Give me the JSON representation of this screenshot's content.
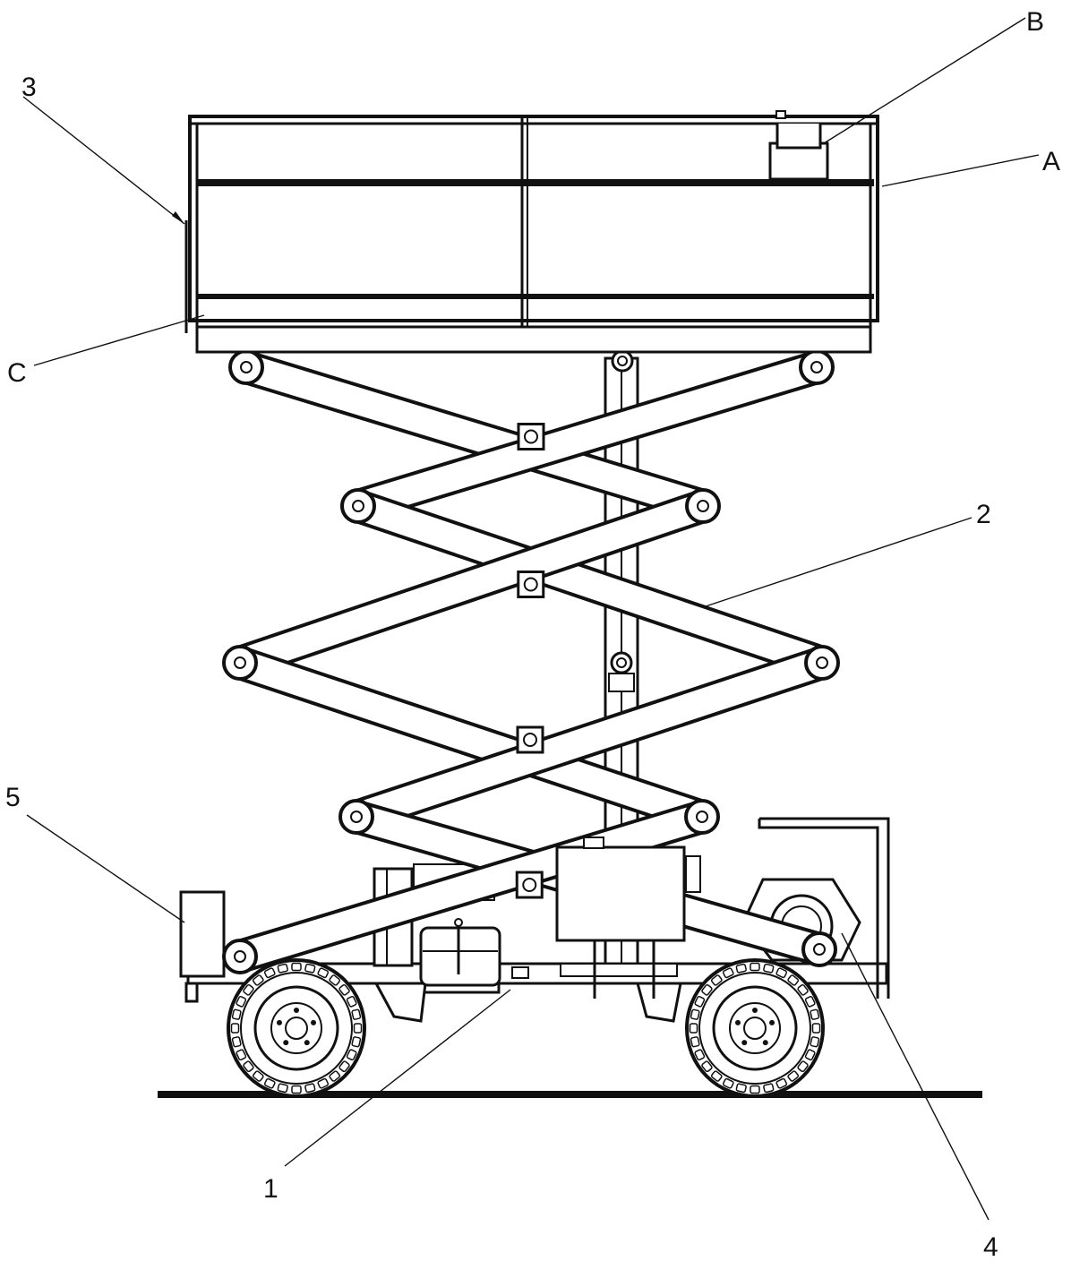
{
  "labels": {
    "label_1": "1",
    "label_2": "2",
    "label_3": "3",
    "label_4": "4",
    "label_5": "5",
    "label_A": "A",
    "label_B": "B",
    "label_C": "C"
  }
}
